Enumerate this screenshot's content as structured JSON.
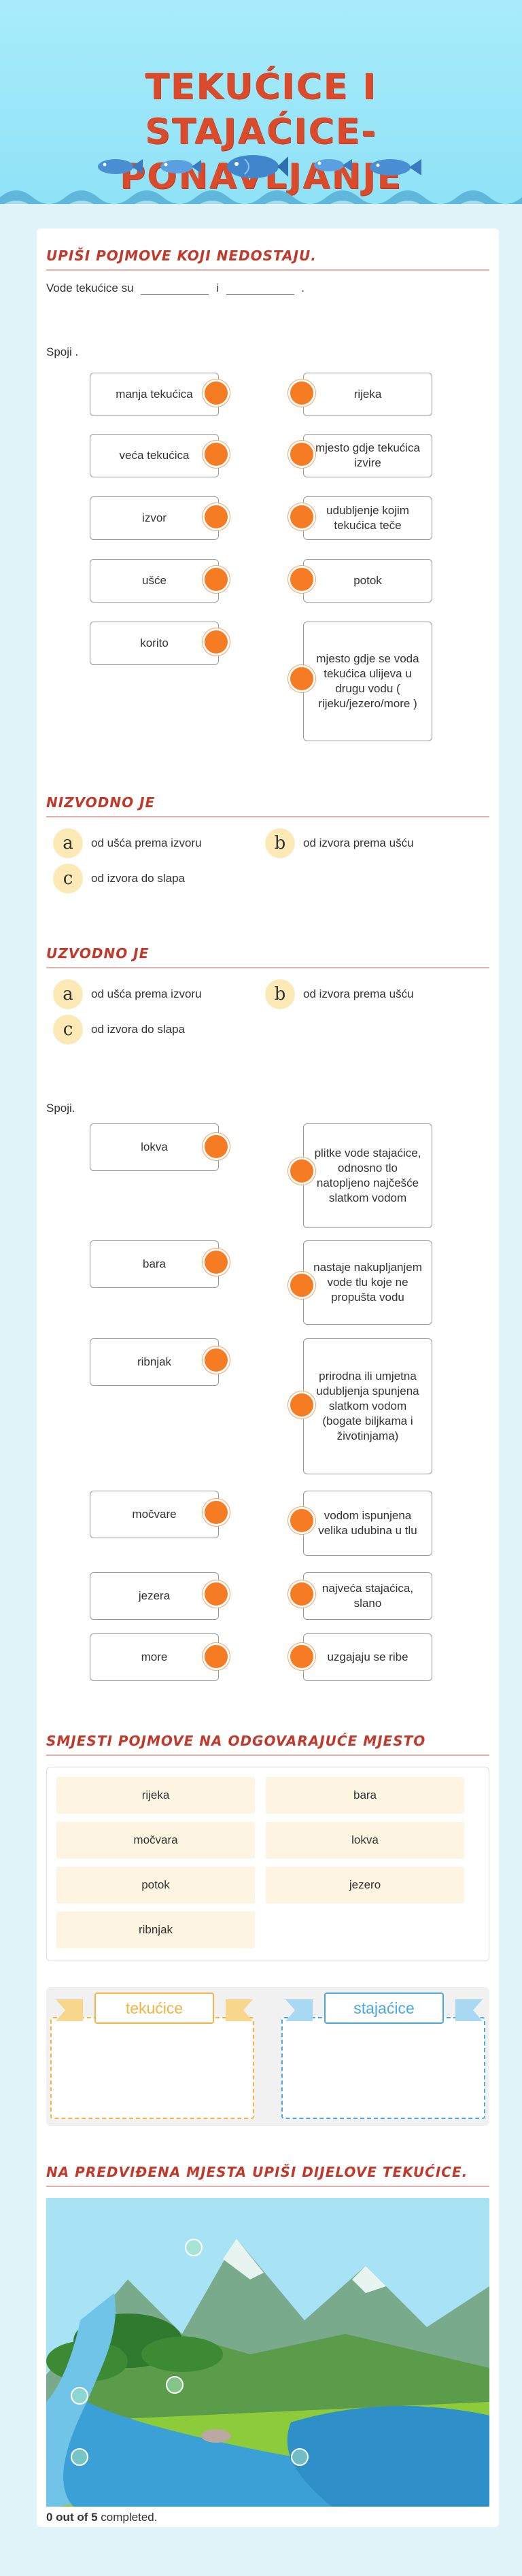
{
  "header": {
    "title_line1": "Tekućice i stajaćice-",
    "title_line2": "ponavljanje"
  },
  "section1": {
    "title": "Upiši pojmove koji nedostaju.",
    "sentence_start": "Vode tekućice su",
    "sentence_mid": "i",
    "sentence_end": "."
  },
  "match1": {
    "label": "Spoji .",
    "left": [
      "manja tekućica",
      "veća tekućica",
      "izvor",
      "ušće",
      "korito"
    ],
    "right": [
      "rijeka",
      "mjesto gdje tekućica izvire",
      "udubljenje kojim tekućica teče",
      "potok",
      "mjesto gdje se voda tekućica ulijeva u drugu vodu ( rijeku/jezero/more )"
    ]
  },
  "quiz1": {
    "title": "Nizvodno je",
    "options": [
      {
        "letter": "a",
        "text": "od ušća prema izvoru"
      },
      {
        "letter": "b",
        "text": "od izvora prema ušću"
      },
      {
        "letter": "c",
        "text": "od izvora do slapa"
      }
    ]
  },
  "quiz2": {
    "title": "Uzvodno je",
    "options": [
      {
        "letter": "a",
        "text": "od ušća prema izvoru"
      },
      {
        "letter": "b",
        "text": "od izvora prema ušću"
      },
      {
        "letter": "c",
        "text": "od izvora do slapa"
      }
    ]
  },
  "match2": {
    "label": "Spoji.",
    "left": [
      "lokva",
      "bara",
      "ribnjak",
      "močvare",
      "jezera",
      "more"
    ],
    "right": [
      "plitke vode stajaćice, odnosno tlo natopljeno najčešće slatkom vodom",
      "nastaje nakupljanjem vode tlu koje ne propušta vodu",
      "prirodna ili umjetna udubljenja spunjena slatkom vodom (bogate biljkama i životinjama)",
      "vodom ispunjena velika udubina u tlu",
      "najveća stajaćica, slano",
      "uzgajaju se ribe"
    ]
  },
  "drag": {
    "title": "Smjesti pojmove na odgovarajuće mjesto",
    "tiles": [
      "rijeka",
      "bara",
      "močvara",
      "lokva",
      "potok",
      "jezero",
      "ribnjak"
    ]
  },
  "categories": {
    "left_label": "tekućice",
    "right_label": "stajaćice",
    "left_color": "#f5b342",
    "right_color": "#4aa8e0"
  },
  "label_image": {
    "title": "Na predviđena mjesta upiši dijelove tekućice."
  },
  "progress": {
    "count": "0 out of 5",
    "suffix": "completed."
  }
}
